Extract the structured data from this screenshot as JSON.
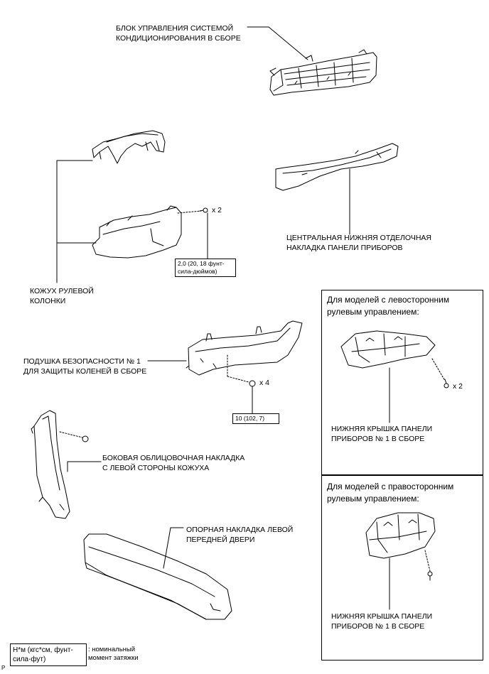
{
  "labels": {
    "ac_control": "БЛОК УПРАВЛЕНИЯ СИСТЕМОЙ\nКОНДИЦИОНИРОВАНИЯ В СБОРЕ",
    "center_lower_trim": "ЦЕНТРАЛЬНАЯ НИЖНЯЯ ОТДЕЛОЧНАЯ\nНАКЛАДКА ПАНЕЛИ ПРИБОРОВ",
    "column_cover": "КОЖУХ РУЛЕВОЙ\nКОЛОНКИ",
    "knee_airbag": "ПОДУШКА БЕЗОПАСНОСТИ № 1\nДЛЯ ЗАЩИТЫ КОЛЕНЕЙ В СБОРЕ",
    "cowl_side_trim": "БОКОВАЯ ОБЛИЦОВОЧНАЯ НАКЛАДКА\nС ЛЕВОЙ СТОРОНЫ КОЖУХА",
    "door_scuff_plate": "ОПОРНАЯ НАКЛАДКА ЛЕВОЙ\nПЕРЕДНЕЙ ДВЕРИ"
  },
  "quantities": {
    "column_screws": "x 2",
    "airbag_bolts": "x 4",
    "lhd_bolts": "x 2"
  },
  "torque": {
    "column": "2,0 (20, 18 фунт-\nсила-дюймов)",
    "airbag": "10 (102, 7)"
  },
  "panels": {
    "lhd": {
      "title": "Для моделей с левосторонним\nрулевым управлением:",
      "part": "НИЖНЯЯ КРЫШКА ПАНЕЛИ\nПРИБОРОВ № 1 В СБОРЕ"
    },
    "rhd": {
      "title": "Для моделей с правосторонним\nрулевым управлением:",
      "part": "НИЖНЯЯ КРЫШКА ПАНЕЛИ\nПРИБОРОВ № 1 В СБОРЕ"
    }
  },
  "legend": {
    "unit": "Н*м (кгс*см, фунт-\nсила-фут)",
    "meaning": ": номинальный\nмомент затяжки"
  },
  "corner_mark": "P"
}
